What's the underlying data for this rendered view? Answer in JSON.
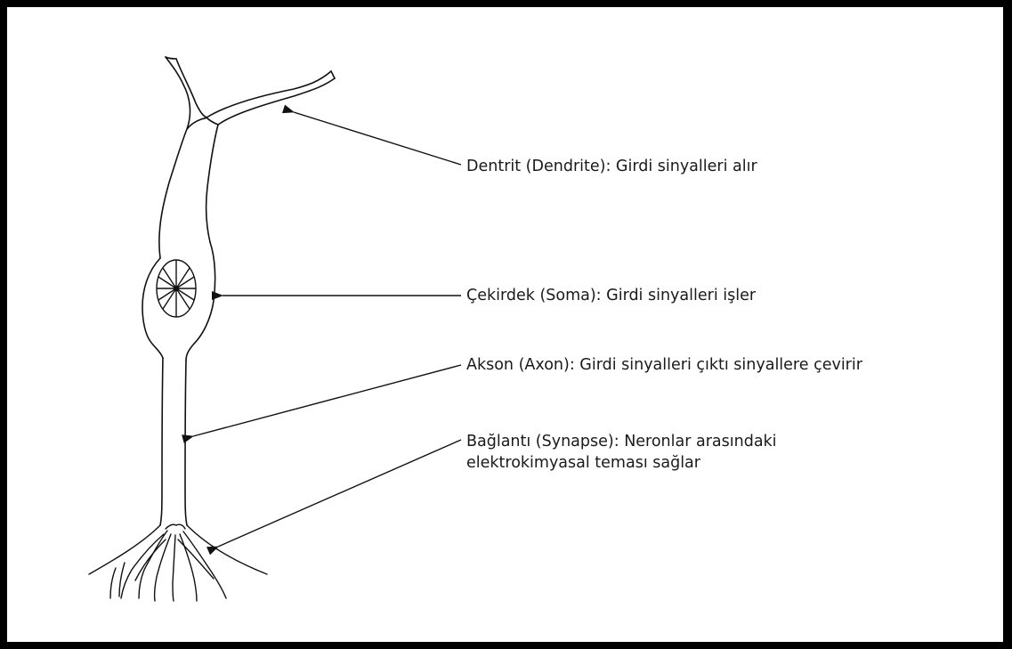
{
  "labels": {
    "dendrite": "Dentrit (Dendrite): Girdi sinyalleri alır",
    "soma": "Çekirdek (Soma): Girdi sinyalleri işler",
    "axon": "Akson (Axon): Girdi sinyalleri çıktı sinyallere çevirir",
    "synapse_line1": "Bağlantı (Synapse):  Neronlar arasındaki",
    "synapse_line2": "elektrokimyasal teması sağlar"
  },
  "colors": {
    "stroke": "#111111",
    "frame": "#000000",
    "background": "#ffffff"
  }
}
